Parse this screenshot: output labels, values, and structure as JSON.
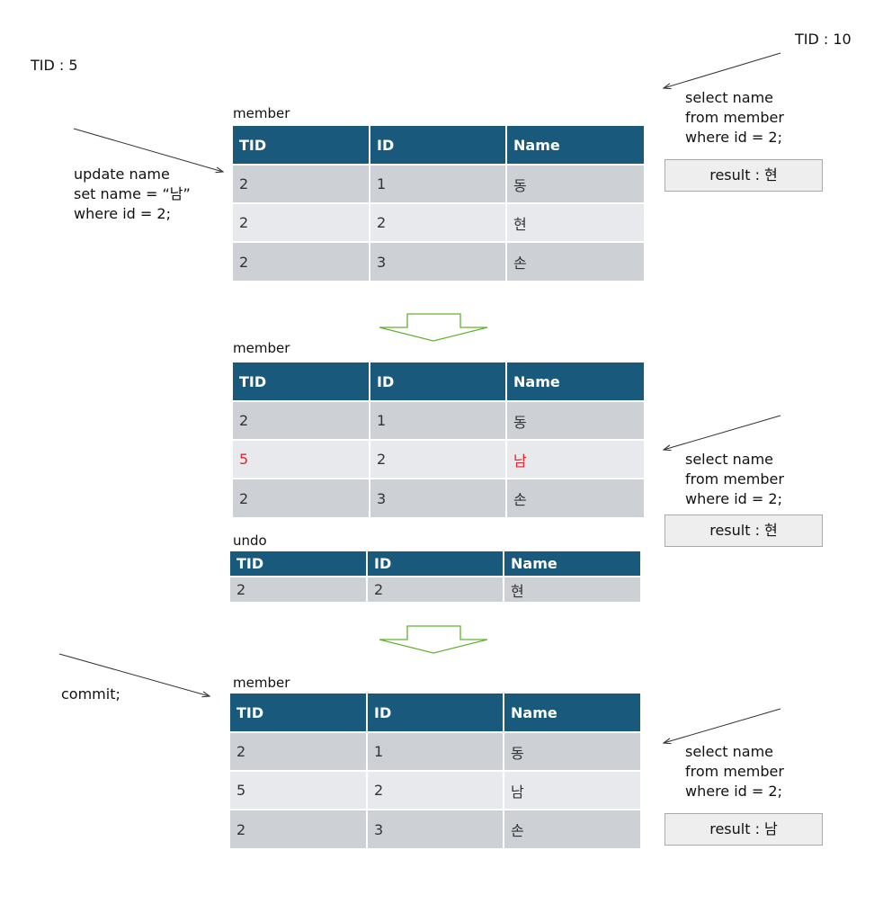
{
  "left_transaction": {
    "tid_label": "TID : 5",
    "update_sql": [
      "update name",
      "set name = “남”",
      "where id = 2;"
    ],
    "commit_sql": "commit;"
  },
  "right_transaction": {
    "tid_label": "TID : 10",
    "queries": [
      {
        "sql": [
          "select name",
          "from member",
          "where id = 2;"
        ],
        "result": "result :  현"
      },
      {
        "sql": [
          "select name",
          "from member",
          "where id = 2;"
        ],
        "result": "result :  현"
      },
      {
        "sql": [
          "select name",
          "from member",
          "where id = 2;"
        ],
        "result": "result :  남"
      }
    ]
  },
  "tables": {
    "member_before": {
      "title": "member",
      "columns": [
        "TID",
        "ID",
        "Name"
      ],
      "rows": [
        [
          "2",
          "1",
          "동"
        ],
        [
          "2",
          "2",
          "현"
        ],
        [
          "2",
          "3",
          "손"
        ]
      ]
    },
    "member_after_update": {
      "title": "member",
      "columns": [
        "TID",
        "ID",
        "Name"
      ],
      "rows": [
        [
          "2",
          "1",
          "동"
        ],
        [
          "5",
          "2",
          "남"
        ],
        [
          "2",
          "3",
          "손"
        ]
      ]
    },
    "undo": {
      "title": "undo",
      "columns": [
        "TID",
        "ID",
        "Name"
      ],
      "rows": [
        [
          "2",
          "2",
          "현"
        ]
      ]
    },
    "member_after_commit": {
      "title": "member",
      "columns": [
        "TID",
        "ID",
        "Name"
      ],
      "rows": [
        [
          "2",
          "1",
          "동"
        ],
        [
          "5",
          "2",
          "남"
        ],
        [
          "2",
          "3",
          "손"
        ]
      ]
    }
  },
  "colors": {
    "header": "#195a7c",
    "row_dark": "#cdd0d5",
    "row_light": "#e7e9ec",
    "changed_value": "#e8232a",
    "flow_arrow": "#63b233"
  }
}
